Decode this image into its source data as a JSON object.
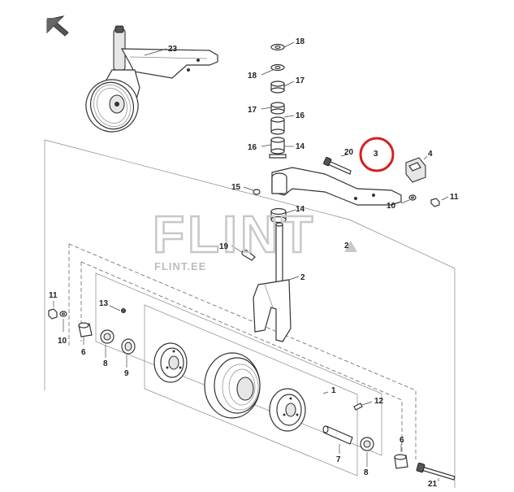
{
  "watermark": {
    "brand": "FLINT",
    "site": "FLINT.EE"
  },
  "callouts": [
    {
      "id": "c23",
      "label": "23"
    },
    {
      "id": "c18a",
      "label": "18"
    },
    {
      "id": "c18b",
      "label": "18"
    },
    {
      "id": "c17a",
      "label": "17"
    },
    {
      "id": "c17b",
      "label": "17"
    },
    {
      "id": "c16a",
      "label": "16"
    },
    {
      "id": "c16b",
      "label": "16"
    },
    {
      "id": "c14a",
      "label": "14"
    },
    {
      "id": "c14b",
      "label": "14"
    },
    {
      "id": "c20",
      "label": "20"
    },
    {
      "id": "c3",
      "label": "3"
    },
    {
      "id": "c4",
      "label": "4"
    },
    {
      "id": "c15",
      "label": "15"
    },
    {
      "id": "c10a",
      "label": "10"
    },
    {
      "id": "c11a",
      "label": "11"
    },
    {
      "id": "c19",
      "label": "19"
    },
    {
      "id": "c2a",
      "label": "2"
    },
    {
      "id": "c2b",
      "label": "2"
    },
    {
      "id": "c11b",
      "label": "11"
    },
    {
      "id": "c10b",
      "label": "10"
    },
    {
      "id": "c13",
      "label": "13"
    },
    {
      "id": "c6a",
      "label": "6"
    },
    {
      "id": "c8a",
      "label": "8"
    },
    {
      "id": "c9",
      "label": "9"
    },
    {
      "id": "c1",
      "label": "1"
    },
    {
      "id": "c12",
      "label": "12"
    },
    {
      "id": "c7",
      "label": "7"
    },
    {
      "id": "c6b",
      "label": "6"
    },
    {
      "id": "c8b",
      "label": "8"
    },
    {
      "id": "c21",
      "label": "21"
    }
  ],
  "highlight": {
    "label": "3",
    "color": "#d32020"
  }
}
